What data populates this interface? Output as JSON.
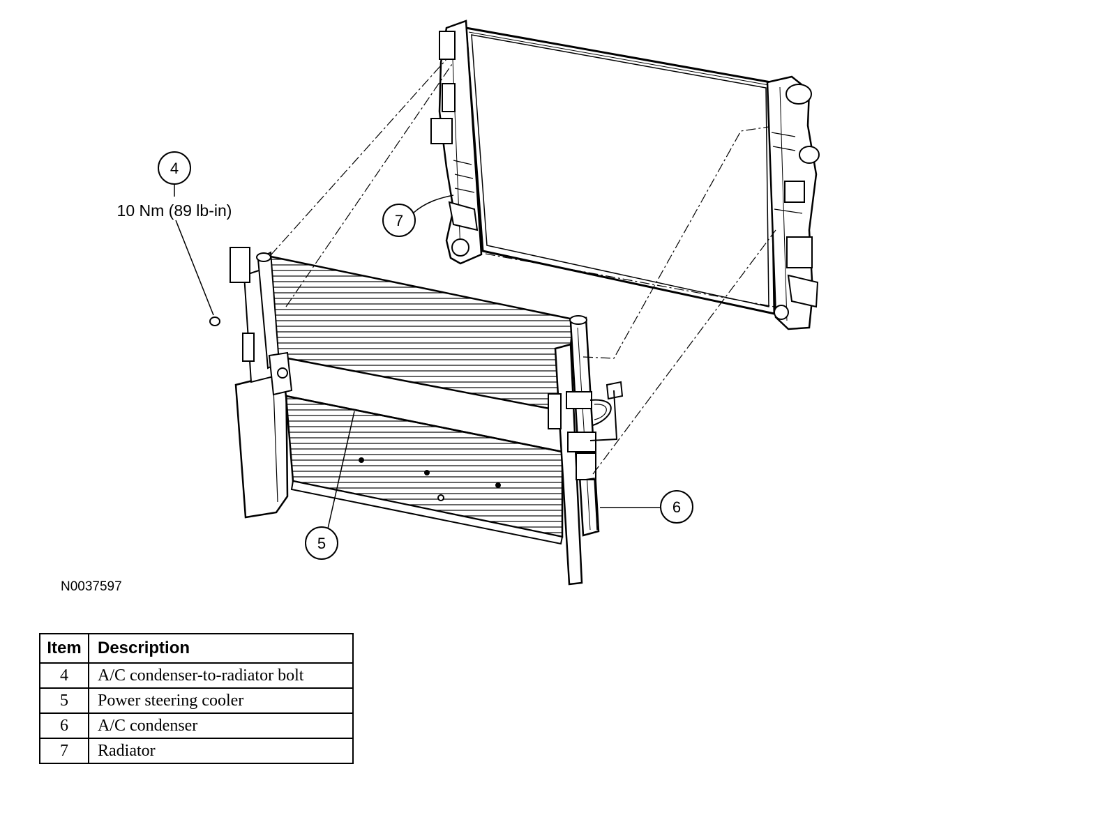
{
  "callouts": [
    {
      "label": "4",
      "torque": "10 Nm (89 lb-in)"
    },
    {
      "label": "5"
    },
    {
      "label": "6"
    },
    {
      "label": "7"
    }
  ],
  "figure_id": "N0037597",
  "legend": {
    "headers": {
      "item": "Item",
      "description": "Description"
    },
    "rows": [
      {
        "item": "4",
        "description": "A/C condenser-to-radiator bolt"
      },
      {
        "item": "5",
        "description": "Power steering cooler"
      },
      {
        "item": "6",
        "description": "A/C condenser"
      },
      {
        "item": "7",
        "description": "Radiator"
      }
    ]
  }
}
